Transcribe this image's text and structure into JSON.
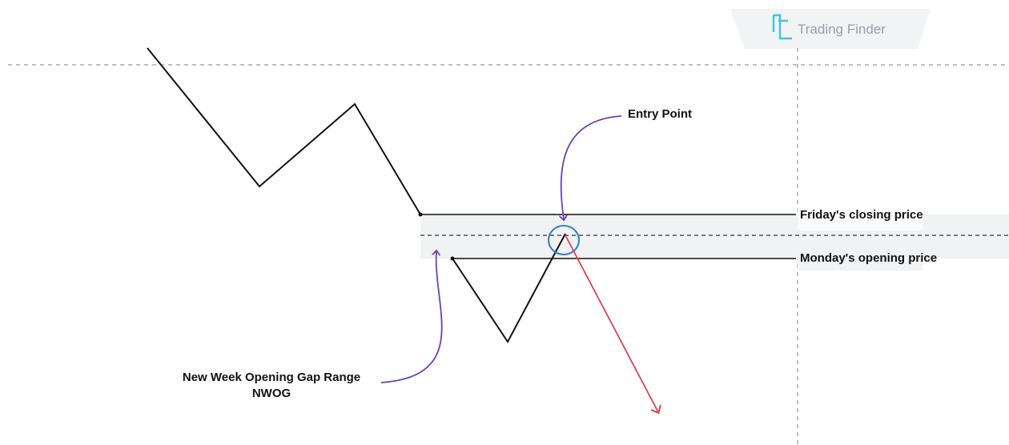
{
  "brand": {
    "name": "Trading Finder",
    "accent": "#3ec6e0"
  },
  "labels": {
    "entry_point": "Entry Point",
    "friday_close": "Friday's closing price",
    "monday_open": "Monday's opening price",
    "gap_range_line1": "New Week Opening Gap Range",
    "gap_range_line2": "NWOG"
  },
  "colors": {
    "price_path": "#111111",
    "arrow_purple": "#6b3fb5",
    "short_arrow": "#e0424e",
    "circle": "#2a7fd4",
    "gap_band": "#f1f2f4",
    "dashed": "#9a9a9a"
  }
}
